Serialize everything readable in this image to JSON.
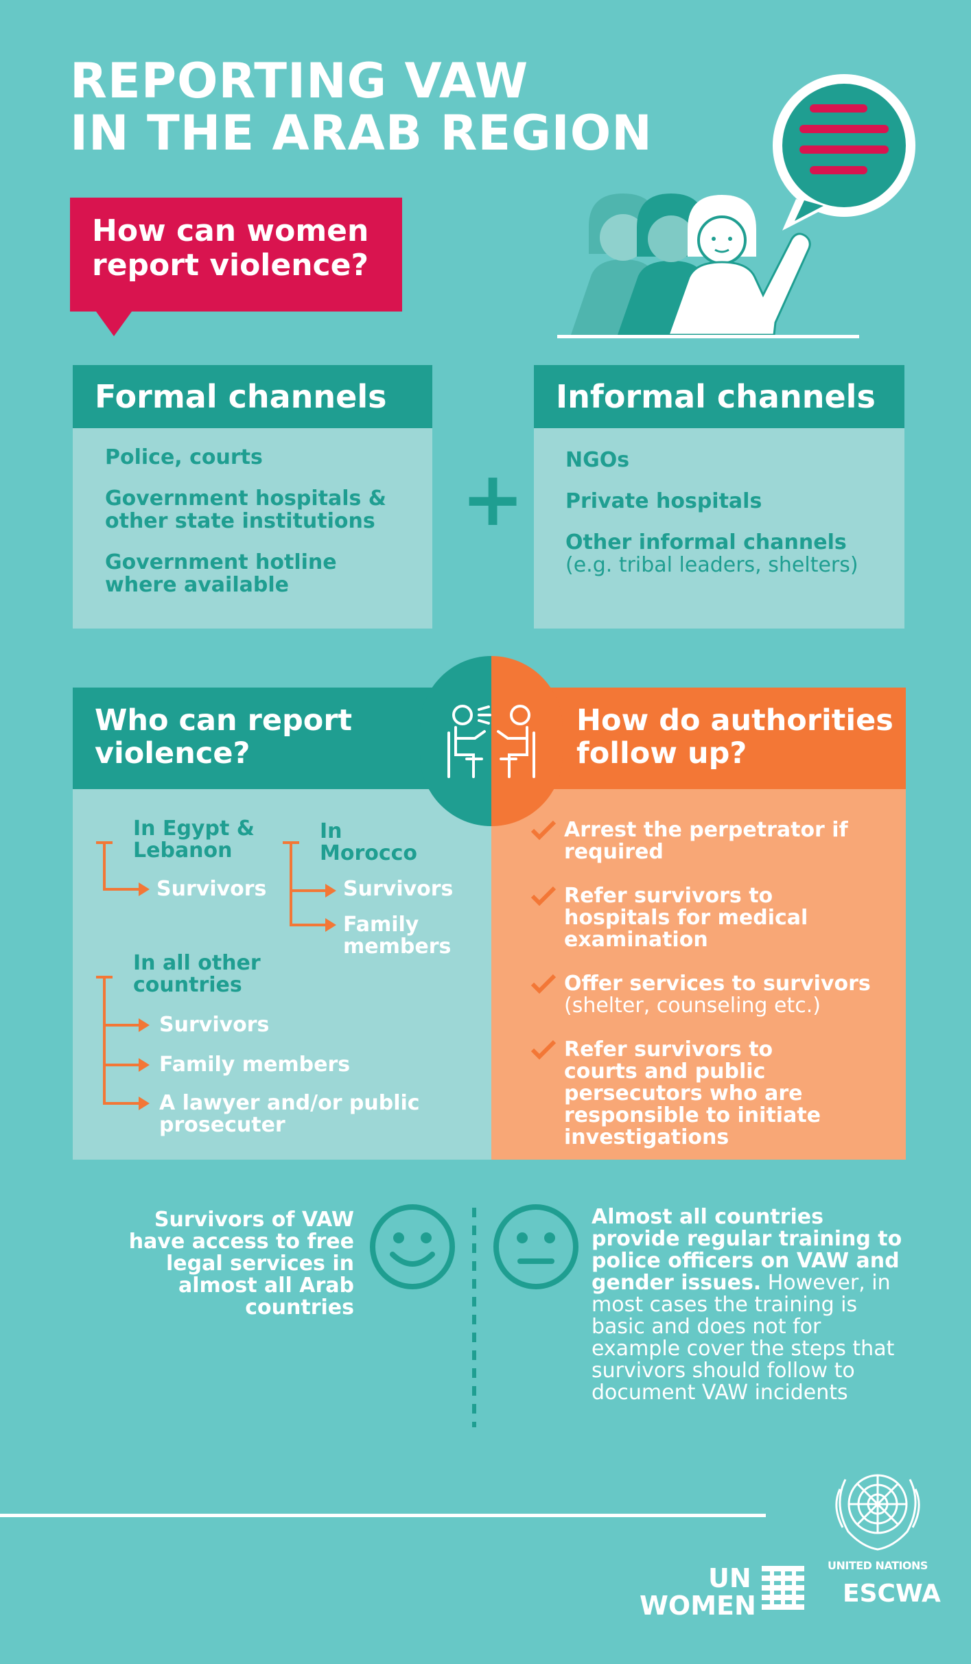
{
  "title": {
    "line1": "REPORTING VAW",
    "line2": "IN THE ARAB REGION"
  },
  "question": "How can women report violence?",
  "formal": {
    "heading": "Formal channels",
    "items": [
      "Police, courts",
      "Government hospitals & other state institutions",
      "Government hotline where available"
    ]
  },
  "plus_symbol": "+",
  "informal": {
    "heading": "Informal channels",
    "items": [
      "NGOs",
      "Private hospitals",
      "Other informal channels"
    ],
    "items_note": "(e.g. tribal leaders, shelters)"
  },
  "who": {
    "heading": "Who can report violence?",
    "groups": [
      {
        "label": "In Egypt & Lebanon",
        "items": [
          "Survivors"
        ]
      },
      {
        "label": "In Morocco",
        "items": [
          "Survivors",
          "Family members"
        ]
      },
      {
        "label": "In all other countries",
        "items": [
          "Survivors",
          "Family members",
          "A lawyer and/or public prosecuter"
        ]
      }
    ]
  },
  "authorities": {
    "heading": "How do authorities follow up?",
    "items": [
      {
        "text": "Arrest the perpetrator if required",
        "note": ""
      },
      {
        "text": "Refer survivors to hospitals for medical examination",
        "note": ""
      },
      {
        "text": "Offer services to survivors",
        "note": "(shelter, counseling etc.)"
      },
      {
        "text": "Refer survivors to courts and public persecutors who are responsible to initiate investigations",
        "note": ""
      }
    ]
  },
  "legal_services": "Survivors of VAW have access to free legal services in almost all Arab countries",
  "training": {
    "bold": "Almost all countries provide regular training to police officers on VAW and gender issues.",
    "normal": "However, in most cases the training is basic and does not for example cover the steps that survivors should follow to document VAW incidents"
  },
  "logos": {
    "un_women_line1": "UN",
    "un_women_line2": "WOMEN",
    "un_label": "UNITED NATIONS",
    "escwa": "ESCWA"
  },
  "colors": {
    "background": "#67c8c6",
    "teal": "#1f9e91",
    "light_teal": "#9dd7d6",
    "crimson": "#d9144f",
    "orange": "#f37736",
    "light_orange": "#f8a776"
  },
  "icons": [
    "speech-bubble-icon",
    "women-group-icon",
    "conversation-icon",
    "checkmark-icon",
    "smiley-icon",
    "neutral-face-icon",
    "un-emblem-icon"
  ]
}
